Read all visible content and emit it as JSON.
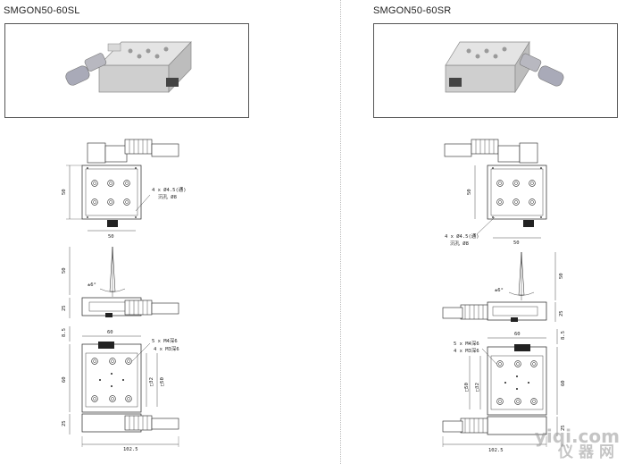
{
  "left": {
    "title": "SMGON50-60SL",
    "top_view": {
      "width_dim": "50",
      "height_dim": "50",
      "hole_note_1": "4 x Ø4.5(通)",
      "hole_note_2": "沉孔 Ø8"
    },
    "side_view": {
      "angle": "±6°",
      "height_dim": "50",
      "body_dim": "25"
    },
    "bottom_view": {
      "top_dim": "8.5",
      "width_dim": "60",
      "height_dim": "60",
      "note_1": "5 x M4深6",
      "note_2": "4 x M3深6",
      "box_a": "□32",
      "box_b": "□50",
      "lower_dim": "25",
      "total_dim": "102.5"
    }
  },
  "right": {
    "title": "SMGON50-60SR",
    "top_view": {
      "width_dim": "50",
      "height_dim": "50",
      "hole_note_1": "4 x Ø4.5(通)",
      "hole_note_2": "沉孔 Ø8"
    },
    "side_view": {
      "angle": "±6°",
      "height_dim": "50",
      "body_dim": "25"
    },
    "bottom_view": {
      "top_dim": "8.5",
      "width_dim": "60",
      "height_dim": "60",
      "note_1": "5 x M4深6",
      "note_2": "4 x M3深6",
      "box_a": "□32",
      "box_b": "□50",
      "lower_dim": "25",
      "total_dim": "102.5"
    }
  },
  "watermark": {
    "line1": "yiqi.com",
    "line2": "仪器网"
  }
}
